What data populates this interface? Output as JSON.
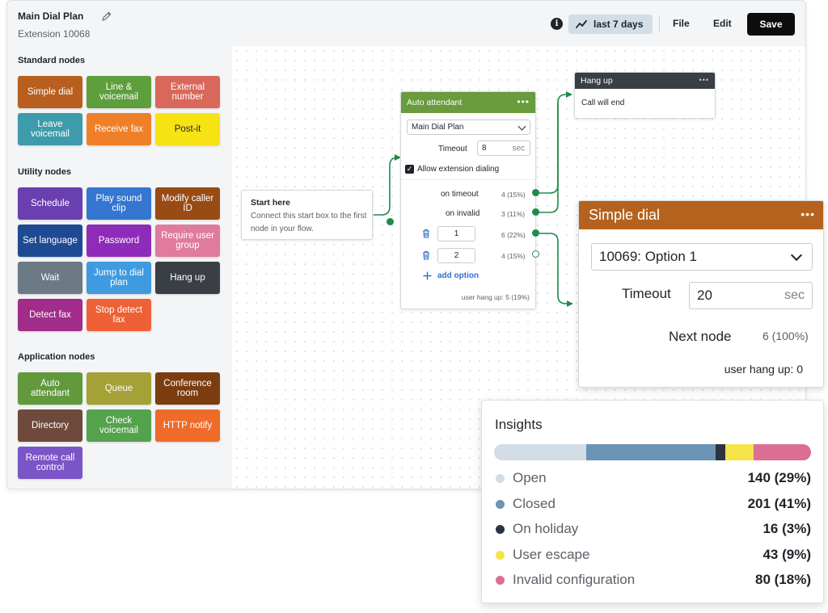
{
  "header": {
    "title": "Main Dial Plan",
    "subtitle": "Extension 10068",
    "range_label": "last 7 days",
    "file_label": "File",
    "edit_label": "Edit",
    "save_label": "Save"
  },
  "palette": {
    "standard": {
      "heading": "Standard nodes",
      "items": [
        {
          "label": "Simple dial",
          "color": "#b85f1f"
        },
        {
          "label": "Line & voicemail",
          "color": "#5e9e3c"
        },
        {
          "label": "External number",
          "color": "#d9685b"
        },
        {
          "label": "Leave voicemail",
          "color": "#3d9bab"
        },
        {
          "label": "Receive fax",
          "color": "#f07f2a"
        },
        {
          "label": "Post-it",
          "color": "#f7e314"
        }
      ]
    },
    "utility": {
      "heading": "Utility nodes",
      "items": [
        {
          "label": "Schedule",
          "color": "#6a3fb0"
        },
        {
          "label": "Play sound clip",
          "color": "#3576d1"
        },
        {
          "label": "Modify caller ID",
          "color": "#984b14"
        },
        {
          "label": "Set language",
          "color": "#1e4a94"
        },
        {
          "label": "Password",
          "color": "#8e2bb8"
        },
        {
          "label": "Require user group",
          "color": "#e07b9e"
        },
        {
          "label": "Wait",
          "color": "#6c7a86"
        },
        {
          "label": "Jump to dial plan",
          "color": "#3f9be0"
        },
        {
          "label": "Hang up",
          "color": "#3a3f45"
        },
        {
          "label": "Detect fax",
          "color": "#a12c8a"
        },
        {
          "label": "Stop detect fax",
          "color": "#ee6035"
        }
      ]
    },
    "application": {
      "heading": "Application nodes",
      "items": [
        {
          "label": "Auto attendant",
          "color": "#63993d"
        },
        {
          "label": "Queue",
          "color": "#a4a137"
        },
        {
          "label": "Conference room",
          "color": "#7b3d10"
        },
        {
          "label": "Directory",
          "color": "#6f4a3c"
        },
        {
          "label": "Check voicemail",
          "color": "#54a24b"
        },
        {
          "label": "HTTP notify",
          "color": "#ef6b29"
        },
        {
          "label": "Remote call control",
          "color": "#7b55c7"
        }
      ]
    }
  },
  "start_node": {
    "title": "Start here",
    "desc": "Connect this start box to the first node in your flow."
  },
  "auto_attendant": {
    "title": "Auto attendant",
    "header_color": "#6a9b3c",
    "dial_plan": "Main Dial Plan",
    "timeout_label": "Timeout",
    "timeout_value": "8",
    "timeout_unit": "sec",
    "allow_ext_label": "Allow extension dialing",
    "on_timeout_label": "on timeout",
    "on_timeout_stat": "4 (15%)",
    "on_invalid_label": "on invalid",
    "on_invalid_stat": "3 (11%)",
    "options": [
      {
        "value": "1",
        "stat": "6 (22%)"
      },
      {
        "value": "2",
        "stat": "4 (15%)"
      }
    ],
    "add_option_label": "add option",
    "hangup_stat": "user hang up: 5 (19%)"
  },
  "hangup_node": {
    "title": "Hang up",
    "header_color": "#3a3f45",
    "desc": "Call will end"
  },
  "simple_dial_node": {
    "title": "Simple dial",
    "header_color": "#b4621e",
    "selected": "10069: Option 1",
    "timeout_label": "Timeout",
    "timeout_value": "20",
    "timeout_unit": "sec",
    "next_label": "Next node",
    "next_stat": "6 (100%)",
    "hangup_stat": "user hang up: 0"
  },
  "insights": {
    "title": "Insights",
    "items": [
      {
        "label": "Open",
        "value": "140 (29%)",
        "fraction": 0.29,
        "color": "#d2dde6"
      },
      {
        "label": "Closed",
        "value": "201 (41%)",
        "fraction": 0.41,
        "color": "#6b94b5"
      },
      {
        "label": "On holiday",
        "value": "16 (3%)",
        "fraction": 0.03,
        "color": "#2b3440"
      },
      {
        "label": "User escape",
        "value": "43 (9%)",
        "fraction": 0.09,
        "color": "#f5e34a"
      },
      {
        "label": "Invalid configuration",
        "value": "80 (18%)",
        "fraction": 0.18,
        "color": "#da6f93"
      }
    ]
  },
  "colors": {
    "wire": "#1f8a4c",
    "accent_blue": "#2f6fce"
  },
  "icons": [
    "pencil-icon",
    "info-icon",
    "trend-chart-icon",
    "more-dots-icon",
    "chevron-down-icon",
    "trash-icon",
    "plus-icon",
    "checkbox-checked-icon"
  ]
}
